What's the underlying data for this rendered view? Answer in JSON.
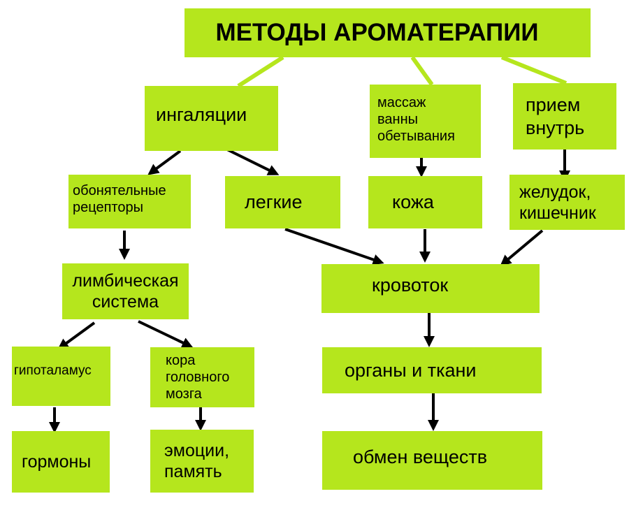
{
  "colors": {
    "box": "#b5e61d",
    "arrow": "#000000"
  },
  "title": "МЕТОДЫ АРОМАТЕРАПИИ",
  "nodes": {
    "inhalation": "ингаляции",
    "massage": "массаж\nванны\nобетывания",
    "oral": "прием\nвнутрь",
    "olfactory": "обонятельные\nрецепторы",
    "lungs": "легкие",
    "skin": "кожа",
    "stomach": "желудок,\nкишечник",
    "limbic": "лимбическая\nсистема",
    "blood": "кровоток",
    "hypothalamus": "гипоталамус",
    "cortex": "кора\nголовного\nмозга",
    "organs": "органы и ткани",
    "hormones": "гормоны",
    "emotions": "эмоции,\nпамять",
    "metabolism": "обмен веществ"
  }
}
